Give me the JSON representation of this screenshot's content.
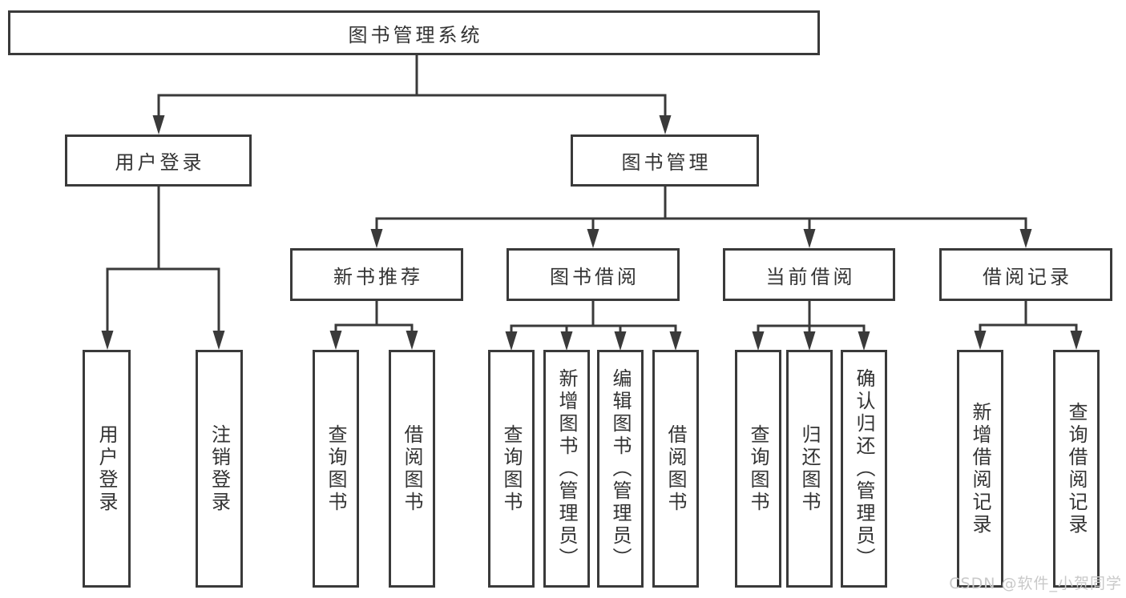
{
  "diagram": {
    "watermark": "CSDN @软件_小贺同学",
    "colors": {
      "line": "#3a3a3a",
      "text": "#333333",
      "watermark": "#c9c9c9",
      "background": "#ffffff"
    },
    "nodes": {
      "root": {
        "label": "图书管理系统"
      },
      "user_login": {
        "label": "用户登录"
      },
      "book_mgmt": {
        "label": "图书管理"
      },
      "new_book_rec": {
        "label": "新书推荐"
      },
      "book_borrow": {
        "label": "图书借阅"
      },
      "current_borrow": {
        "label": "当前借阅"
      },
      "borrow_records": {
        "label": "借阅记录"
      },
      "leaf_user_login": {
        "label": "用户登录"
      },
      "leaf_logout": {
        "label": "注销登录"
      },
      "leaf_rec_query": {
        "label": "查询图书"
      },
      "leaf_rec_borrow": {
        "label": "借阅图书"
      },
      "leaf_bb_query": {
        "label": "查询图书"
      },
      "leaf_bb_add": {
        "label": "新增图书（管理员）"
      },
      "leaf_bb_edit": {
        "label": "编辑图书（管理员）"
      },
      "leaf_bb_borrow": {
        "label": "借阅图书"
      },
      "leaf_cb_query": {
        "label": "查询图书"
      },
      "leaf_cb_return": {
        "label": "归还图书"
      },
      "leaf_cb_confirm": {
        "label": "确认归还（管理员）"
      },
      "leaf_br_add": {
        "label": "新增借阅记录"
      },
      "leaf_br_query": {
        "label": "查询借阅记录"
      }
    }
  }
}
